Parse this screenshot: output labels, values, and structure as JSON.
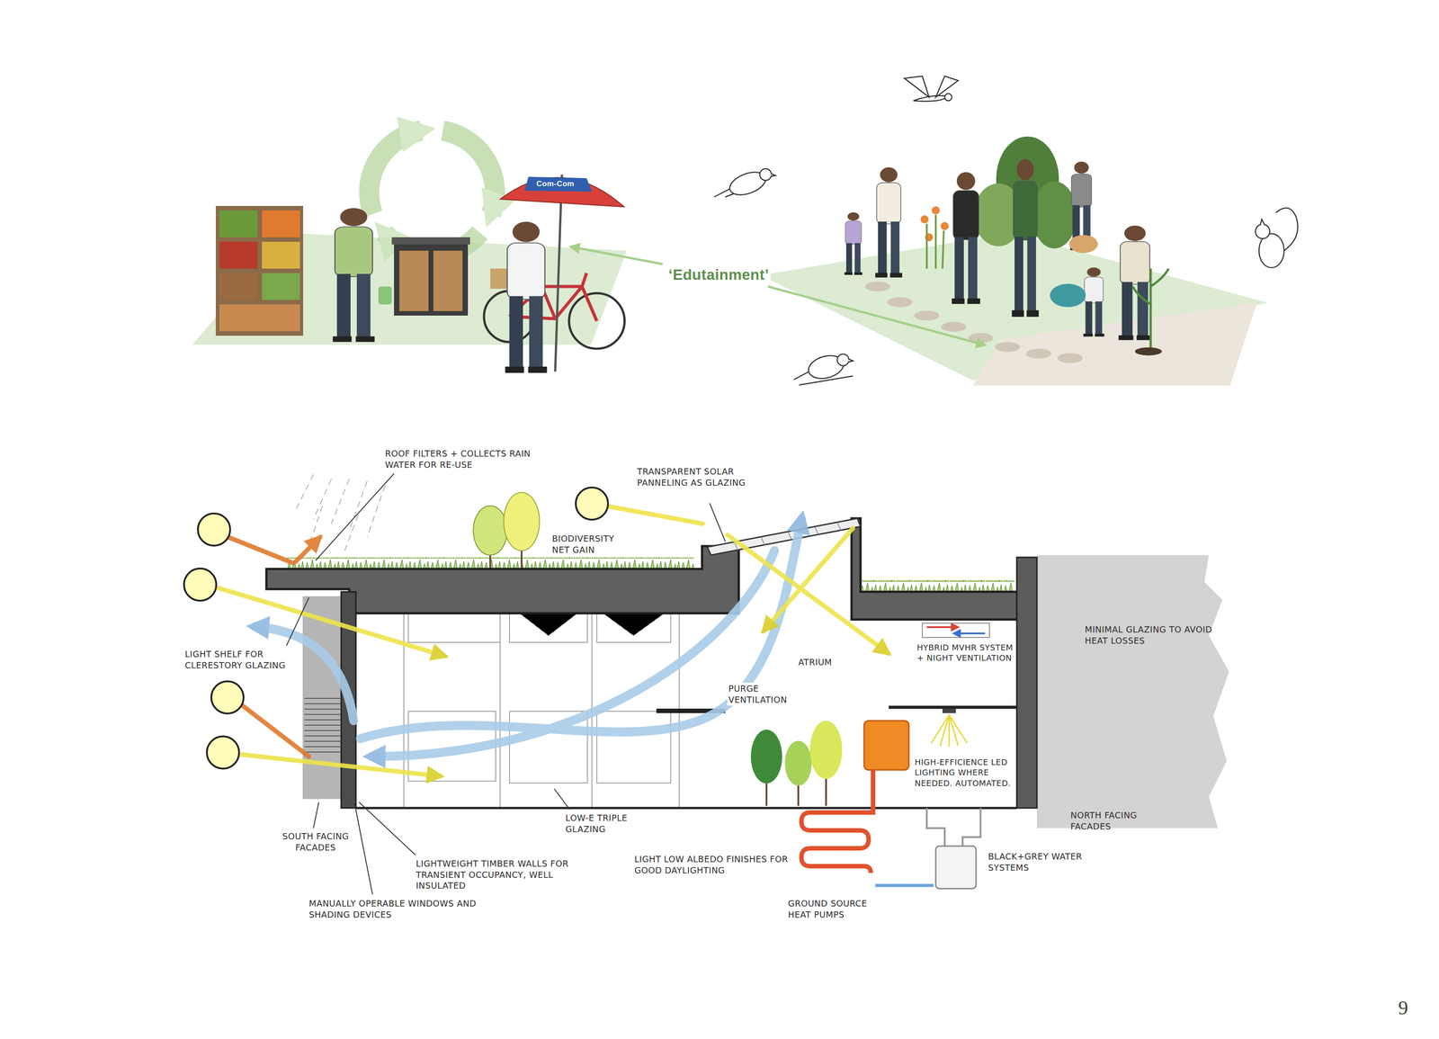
{
  "diagram": {
    "labels": [
      "Com-Com",
      "‘Edutainment’",
      "ROOF FILTERS + COLLECTS RAIN WATER FOR RE-USE",
      "TRANSPARENT SOLAR PANNELING AS GLAZING",
      "BIODIVERSITY NET GAIN",
      "LIGHT SHELF FOR CLERESTORY GLAZING",
      "PURGE VENTILATION",
      "ATRIUM",
      "HYBRID MVHR SYSTEM + NIGHT VENTILATION",
      "MINIMAL GLAZING TO AVOID HEAT LOSSES",
      "HIGH-EFFICIENCE LED LIGHTING WHERE NEEDED. AUTOMATED.",
      "SOUTH FACING FACADES",
      "LIGHTWEIGHT TIMBER WALLS FOR TRANSIENT OCCUPANCY, WELL INSULATED",
      "MANUALLY OPERABLE WINDOWS AND SHADING DEVICES",
      "LOW-E TRIPLE GLAZING",
      "LIGHT LOW ALBEDO FINISHES FOR GOOD DAYLIGHTING",
      "GROUND SOURCE HEAT PUMPS",
      "BLACK+GREY WATER SYSTEMS",
      "NORTH FACING FACADES",
      "9"
    ]
  }
}
